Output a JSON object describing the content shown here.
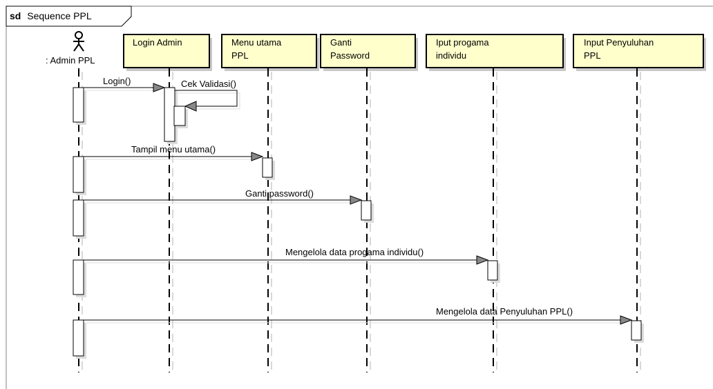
{
  "frame": {
    "keyword": "sd",
    "name": "Sequence  PPL"
  },
  "actor": {
    "name": ": Admin PPL",
    "icon": "stick-figure-icon"
  },
  "lifelines": [
    {
      "id": "login-admin",
      "lines": [
        "Login Admin"
      ]
    },
    {
      "id": "menu-utama",
      "lines": [
        "Menu utama",
        "PPL"
      ]
    },
    {
      "id": "ganti-password",
      "lines": [
        "Ganti",
        "Password"
      ]
    },
    {
      "id": "iput-progama",
      "lines": [
        "Iput progama",
        "individu"
      ]
    },
    {
      "id": "input-penyuluhan",
      "lines": [
        "Input Penyuluhan",
        "PPL"
      ]
    }
  ],
  "messages": [
    {
      "id": "login",
      "label": "Login()",
      "from": ": Admin PPL",
      "to": "Login Admin"
    },
    {
      "id": "cek-validasi",
      "label": "Cek Validasi()",
      "from": "Login Admin",
      "to": "Login Admin"
    },
    {
      "id": "tampil-menu",
      "label": "Tampil menu utama()",
      "from": ": Admin PPL",
      "to": "Menu utama PPL"
    },
    {
      "id": "ganti-password",
      "label": "Ganti password()",
      "from": ": Admin PPL",
      "to": "Ganti Password"
    },
    {
      "id": "mengelola-progama",
      "label": "Mengelola data progama individu()",
      "from": ": Admin PPL",
      "to": "Iput progama individu"
    },
    {
      "id": "mengelola-penyuluhan",
      "label": "Mengelola data Penyuluhan PPL()",
      "from": ": Admin PPL",
      "to": "Input Penyuluhan PPL"
    }
  ],
  "colors": {
    "object_fill": "#ffffcc",
    "object_border": "#000000",
    "shadow": "#c8c8c8",
    "arrowhead": "#888888",
    "line": "#000000"
  }
}
